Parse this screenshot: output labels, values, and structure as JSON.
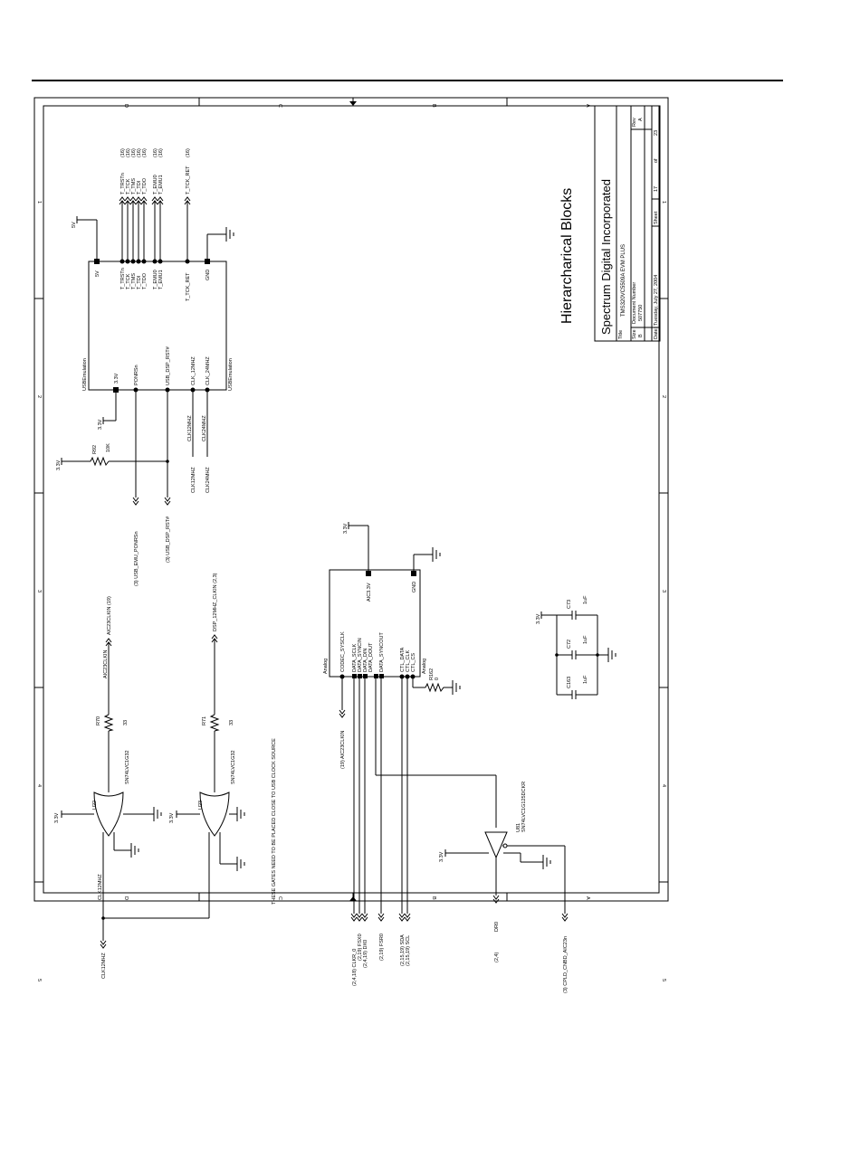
{
  "title_block": {
    "heading": "Hierarcharical Blocks",
    "company": "Spectrum Digital Incorporated",
    "title_label": "Title",
    "title_value": "TMS320VC5509A  EVM PLUS",
    "size_label": "Size",
    "size_value": "B",
    "doc_label": "Document Number",
    "doc_value": "507750",
    "rev_label": "Rev",
    "rev_value": "A",
    "date_label": "Date:",
    "date_value": "Tuesday, July 27, 2004",
    "sheet_label": "Sheet",
    "sheet_value": "17",
    "of_label": "of",
    "of_value": "23"
  },
  "zones": {
    "letters": [
      "D",
      "C",
      "B",
      "A"
    ],
    "numbers": [
      "1",
      "2",
      "3",
      "4",
      "5"
    ]
  },
  "usb_block": {
    "name": "USBEmulation",
    "pins": [
      "5V",
      "T_TRSTn",
      "T_TCK",
      "T_TMS",
      "T_TDI",
      "T_TDO",
      "T_EMU0",
      "T_EMU1",
      "T_TCK_RET",
      "GND",
      "3.3V",
      "PONRSn",
      "USB_DSP_RST#",
      "CLK_12MHZ",
      "CLK_24MHZ"
    ],
    "offpage": [
      "T_TRSTn",
      "T_TCK",
      "T_TMS",
      "T_TDI",
      "T_TDO",
      "T_EMU0",
      "T_EMU1"
    ],
    "offpage_ref": "(16)",
    "tck_ret_label": "T_TCK_RET",
    "tck_ret_ref": "(16)",
    "net_5v": "5V",
    "net_33v": "3.3V",
    "clk12_net": "CLK12MHZ",
    "clk24_net": "CLK24MHZ",
    "emu_ponrs": "(3)  USB_EMU_PONRSn",
    "dsp_rst": "(3)  USB_DSP_RST#"
  },
  "r92": {
    "ref": "R92",
    "value": "10K",
    "net": "3.3V"
  },
  "codec_block": {
    "name": "Analog",
    "pins": [
      "AIC3.3V",
      "GND",
      "CODEC_SYSCLK",
      "DATA_SCLK",
      "DATA_SYNCIN",
      "DATA_DIN",
      "DATA_DOUT",
      "DATA_SYNCOUT",
      "CTL_DATA",
      "CTL_CLK",
      "CTL_CS"
    ],
    "net_33v": "3.3V",
    "r162_ref": "R162",
    "r162_value": "0",
    "aic_clkin": "(19)  AIC23CLKIN",
    "sig_clkr": "(2,4,18)  CLKR_0",
    "sig_fsx": "(2,19)  FSX0",
    "sig_dx": "(2,4,19)  DX0",
    "sig_fsr": "(2,19)  FSR0",
    "sig_sda": "(2,15,19)  SDA",
    "sig_scl": "(2,15,19)  SCL"
  },
  "caps": {
    "net": "3.3V",
    "c73": "C73",
    "c72": "C72",
    "c163": "C163",
    "value": "1uF"
  },
  "gates": {
    "u22": "U22",
    "u23": "U23",
    "part": "SN74LVC1G32",
    "net": "3.3V",
    "r70": "R70",
    "r71": "R71",
    "r_value": "33",
    "aic_clkin": "AIC23CLKIN",
    "aic_ref": "AIC23CLKIN  (19)",
    "dsp_clkin": "DSP_12MHZ_CLKIN  (2,3)",
    "clk12": "CLK12MHZ",
    "note": "THESE GATES NEED TO BE PLACED CLOSE TO USB CLOCK SOURCE"
  },
  "buffer": {
    "ref": "U81",
    "part": "SN74LVC1G125DCKR",
    "net": "3.3V",
    "dr0": "DR0",
    "dr0_ref": "(2,4)",
    "cpld": "(3)  CPLD_CNBD_AIC23n"
  }
}
